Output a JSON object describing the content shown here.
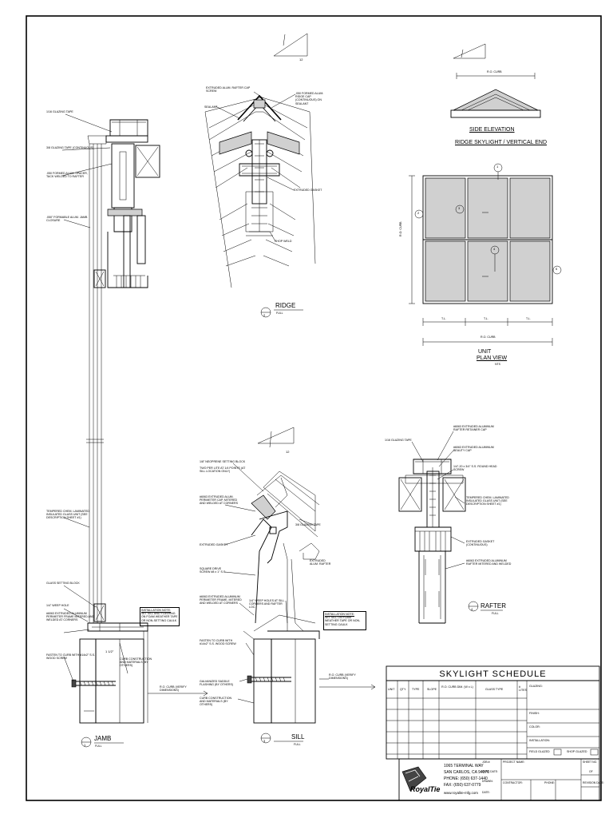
{
  "jamb": {
    "notes": [
      "1/16 GLAZING TAPE",
      "3/8 GLAZING TAPE (CONTINUOUS)",
      ".050 FORMED ALUM. SPACER, TACK WELDED TO RAFTER",
      ".050\" FORMABLE ALUM. JAMB CLOSURE",
      "TEMPERED CHEM. LAMINATED INSULATED GLASS UNIT (SEE DESCRIPTION SHEET #1)",
      "GLASS SETTING BLOCK",
      "1/4\" WEEP HOLE",
      "#6063 EXTRUDED ALUMINUM PERIMETER FRAME MITERED AND WELDED AT CORNERS",
      "FASTEN TO CURB WITH #14x2\" S.S. WOOD SCREW",
      "CURB CONSTRUCTION AND MATERIALS (BY OTHERS)",
      "R.O. CURB (VERIFY DIMENSIONS)"
    ],
    "install_title": "INSTALLATION NOTE:",
    "install_text": "SET SILL AND FLASHING ON FOAM WEATHER TAPE OR NON-SETTING CAULK",
    "dim": "1 1/2\"",
    "section_num": "1",
    "title": "JAMB",
    "scale": "FULL"
  },
  "ridge": {
    "notes": [
      "EXTRUDED ALUM. RAFTER CAP SCREW",
      ".050 FORMED ALUM. RIDGE CAP (CONTINUOUS) ON SEALANT",
      "SEALANT",
      "EXTRUDED GASKET",
      "SHOP WELD"
    ],
    "pitch": "12",
    "section_num": "2",
    "title": "RIDGE",
    "scale": "FULL"
  },
  "elevation": {
    "dim": "R.O. CURB",
    "title": "SIDE ELEVATION",
    "subtitle": "RIDGE SKYLIGHT / VERTICAL END"
  },
  "plan": {
    "bubble_labels": [
      "1",
      "2",
      "3",
      "4",
      "5"
    ],
    "side_dim": "R.O. CURB",
    "bays": [
      "T.L.",
      "T.L.",
      "T.L."
    ],
    "bottom_dim": "R.O. CURB",
    "title_1": "UNIT",
    "title_2": "PLAN VIEW",
    "scale": "NTS"
  },
  "sill": {
    "notes": [
      "1/8\" NEOPRENE SETTING BLOCK",
      "TWO PER LITE AT 1/4 POINTS (AT SILL LOCATION ONLY)",
      "#6063 EXTRUDED ALUM. PERIMETER CAP, MITERED AND WELDED AT CORNERS",
      "EXTRUDED GASKET",
      "SQUARE DRIVE SCREW #8 x 1\" S.S.",
      "#6063 EXTRUDED ALUMINUM PERIMETER FRAME, MITERED AND WELDED AT CORNERS",
      "1/4\" WEEP HOLES AT SILL CORNERS AND RAFTER LOC.",
      "FASTEN TO CURB WITH #14x2\" S.S. WOOD SCREW",
      "GALVANIZED SADDLE FLASHING (BY OTHERS)",
      "CURB CONSTRUCTION AND MATERIALS (BY OTHERS)",
      "3/8 GLAZING TAPE",
      "EXTRUDED ALUM. RAFTER",
      "R.O. CURB (VERIFY DIMENSIONS)"
    ],
    "install_title": "INSTALLATION NOTE:",
    "install_text": "SET SILL ON FOAM WEATHER TAPE OR NON-SETTING CAULK",
    "pitch": "12",
    "section_num": "3",
    "title": "SILL",
    "scale": "FULL"
  },
  "rafter": {
    "notes": [
      "1/16 GLAZING TAPE",
      "#6063 EXTRUDED ALUMINUM RAFTER RETAINER CAP",
      "#6063 EXTRUDED ALUMINUM BEAUTY CAP",
      "1/4\"-20 x 3/4\" S.S. ROUND HEAD SCREW",
      "TEMPERED CHEM. LAMINATED INSULATED GLASS UNIT (SEE DESCRIPTION SHEET #1)",
      "EXTRUDED GASKET (CONTINUOUS)",
      "#6063 EXTRUDED ALUMINUM RAFTER MITERED AND WELDED"
    ],
    "section_num": "4",
    "title": "RAFTER",
    "scale": "FULL"
  },
  "schedule": {
    "title": "SKYLIGHT SCHEDULE",
    "columns": [
      "UNIT",
      "QTY.",
      "TYPE",
      "SLOPE",
      "R.O. CURB DIM. (W x L)",
      "GLASS TYPE",
      "# LITES"
    ],
    "side_labels": [
      "GLAZING:",
      "FINISH:",
      "COLOR:",
      "INSTALLATION:"
    ],
    "field_glazed": "FIELD GLAZED",
    "shop_glazed": "SHOP GLAZED"
  },
  "titleblock": {
    "logo_main": "RoyalTie",
    "address_1": "1065 TERMINAL WAY",
    "address_2": "SAN CARLOS, CA 94070",
    "phone": "PHONE: (650) 637-1440",
    "fax": "FAX: (650) 637-0779",
    "web": "www.royalite-mfg.com",
    "cells": [
      "JOB #:",
      "PROJECT NAME:",
      "CONTRACTOR:",
      "DWG. DATE:",
      "DRAWN:",
      "DATE:",
      "PHONE:",
      "SHEET NO.",
      "OF",
      "REVISION DATE:"
    ]
  },
  "colors": {
    "ink": "#000000",
    "glass": "#d0d0d0",
    "paper": "#ffffff"
  }
}
